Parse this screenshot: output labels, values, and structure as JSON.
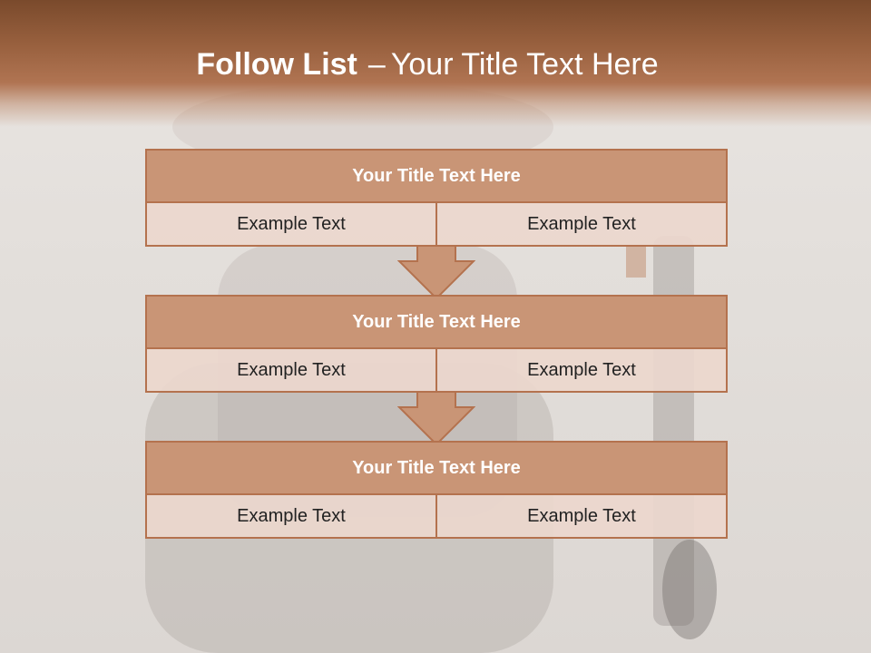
{
  "slide": {
    "title_bold": "Follow List",
    "title_dash": "–",
    "title_rest": "Your Title Text Here"
  },
  "blocks": [
    {
      "title": "Your Title Text Here",
      "left_text": "Example Text",
      "right_text": "Example Text"
    },
    {
      "title": "Your Title Text Here",
      "left_text": "Example Text",
      "right_text": "Example Text"
    },
    {
      "title": "Your Title Text Here",
      "left_text": "Example Text",
      "right_text": "Example Text"
    }
  ],
  "colors": {
    "header": "#98603e",
    "block_title_fill": "#c99576",
    "border": "#b4724e",
    "cell_fill": "#ebd7cd",
    "arrow_fill": "#c99576"
  }
}
